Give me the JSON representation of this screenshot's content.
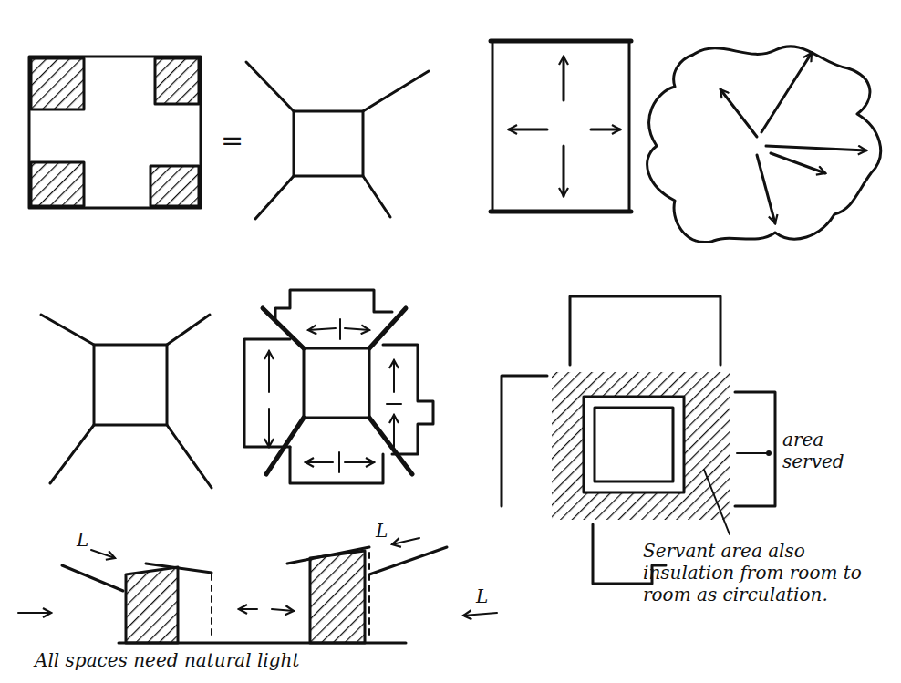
{
  "diagram": {
    "labels": [
      "=",
      "L",
      "L",
      "L",
      "area served",
      "Servant area also insulation from room to room as circulation.",
      "All spaces need natural light"
    ]
  }
}
